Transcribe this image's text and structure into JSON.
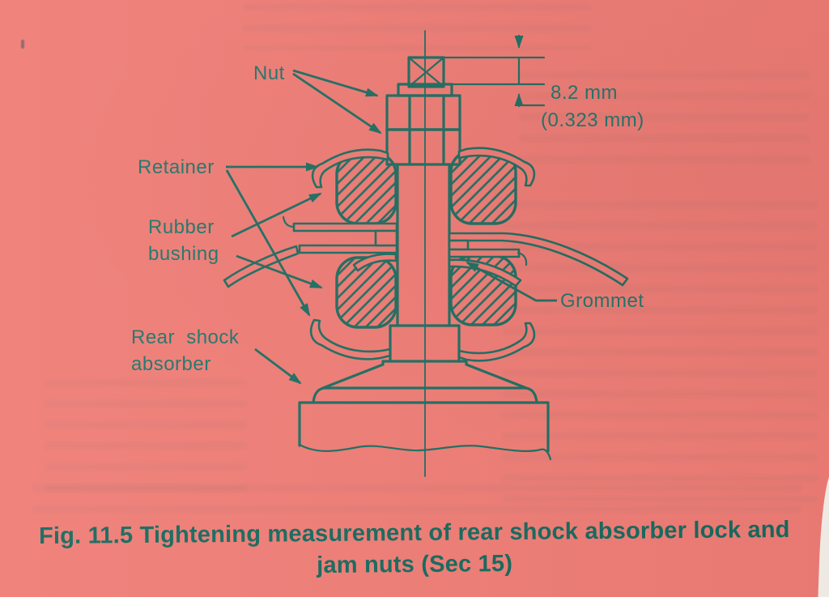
{
  "page": {
    "colors": {
      "background": "#ef7d76",
      "ink": "#1e6e62",
      "label": "#20756a",
      "caption": "#17695e",
      "paper_edge": "#f6f2ea"
    }
  },
  "figure": {
    "labels": {
      "nut": "Nut",
      "retainer": "Retainer",
      "rubber_bushing": "Rubber bushing",
      "grommet": "Grommet",
      "rear_shock_absorber": "Rear shock absorber"
    },
    "dimension": {
      "primary": "8.2 mm",
      "secondary": "(0.323 mm)"
    }
  },
  "caption": {
    "line1": "Fig. 11.5 Tightening measurement of rear shock absorber lock and",
    "line2": "jam nuts (Sec 15)"
  }
}
